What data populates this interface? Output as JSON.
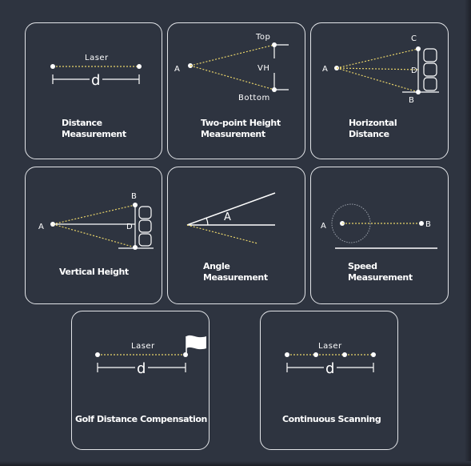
{
  "cards": {
    "distance": {
      "title": [
        "Distance",
        "Measurement"
      ],
      "laser_label": "Laser",
      "d_label": "d"
    },
    "two_point": {
      "title": [
        "Two-point Height",
        "Measurement"
      ],
      "point_label": "A",
      "top_label": "Top",
      "bottom_label": "Bottom",
      "vh_label": "VH"
    },
    "horizontal": {
      "title": [
        "Horizontal",
        "Distance"
      ],
      "a_label": "A",
      "b_label": "B",
      "c_label": "C",
      "d_label": "D"
    },
    "vertical": {
      "title": [
        "Vertical Height"
      ],
      "a_label": "A",
      "b_label": "B",
      "d_label": "D"
    },
    "angle": {
      "title": [
        "Angle",
        "Measurement"
      ],
      "a_label": "A"
    },
    "speed": {
      "title": [
        "Speed",
        "Measurement"
      ],
      "a_label": "A",
      "b_label": "B"
    },
    "golf": {
      "title": [
        "Golf Distance Compensation"
      ],
      "laser_label": "Laser",
      "d_label": "d"
    },
    "continuous": {
      "title": [
        "Continuous Scanning"
      ],
      "laser_label": "Laser",
      "d_label": "d"
    }
  },
  "colors": {
    "background": "#2e3440",
    "line": "#ffffff",
    "laser_dotted": "#e8d36a"
  }
}
